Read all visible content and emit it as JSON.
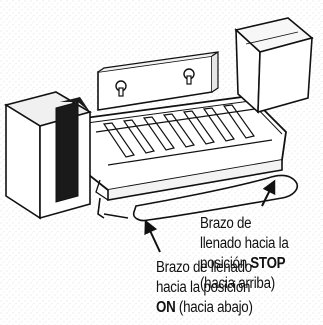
{
  "callouts": {
    "stop": {
      "line1": "Brazo de",
      "line2": "llenado hacia la",
      "line3_prefix": "posición ",
      "line3_bold": "STOP",
      "line4": "(hacia arriba)"
    },
    "on": {
      "line1": "Brazo de llenado",
      "line2": "hacia la posición",
      "line3_bold": "ON",
      "line3_suffix": " (hacia abajo)"
    }
  },
  "colors": {
    "stroke": "#111111",
    "panel_fill": "#ffffff",
    "stipple": "#c9c9c9",
    "mounting_band": "#1a1a1a"
  },
  "icons": {
    "ice_maker": "ice-maker-assembly-illustration",
    "mount_hole": "keyhole-slot-icon",
    "arrow": "pointer-arrow-icon"
  }
}
